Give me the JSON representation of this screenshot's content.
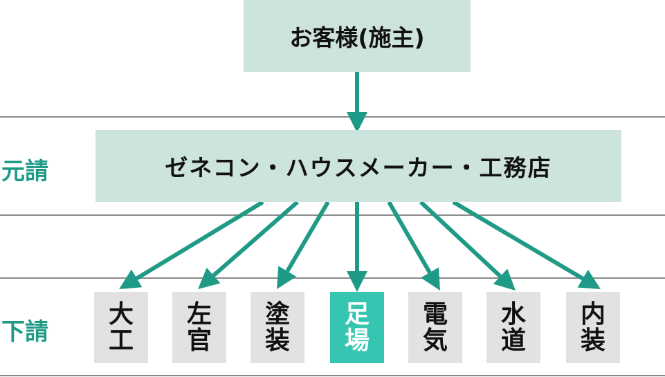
{
  "client": {
    "label": "お客様(施主)"
  },
  "prime": {
    "row_label": "元請",
    "label": "ゼネコン・ハウスメーカー・工務店"
  },
  "sub": {
    "row_label": "下請",
    "trades": [
      {
        "label": "大工",
        "highlight": false
      },
      {
        "label": "左官",
        "highlight": false
      },
      {
        "label": "塗装",
        "highlight": false
      },
      {
        "label": "足場",
        "highlight": true
      },
      {
        "label": "電気",
        "highlight": false
      },
      {
        "label": "水道",
        "highlight": false
      },
      {
        "label": "内装",
        "highlight": false
      }
    ]
  },
  "colors": {
    "box_fill": "#cde3de",
    "trade_fill": "#e2e2e2",
    "highlight_fill": "#35c5b1",
    "highlight_text": "#ffffff",
    "arrow": "#1f9a86",
    "row_label": "#1f9a86"
  }
}
